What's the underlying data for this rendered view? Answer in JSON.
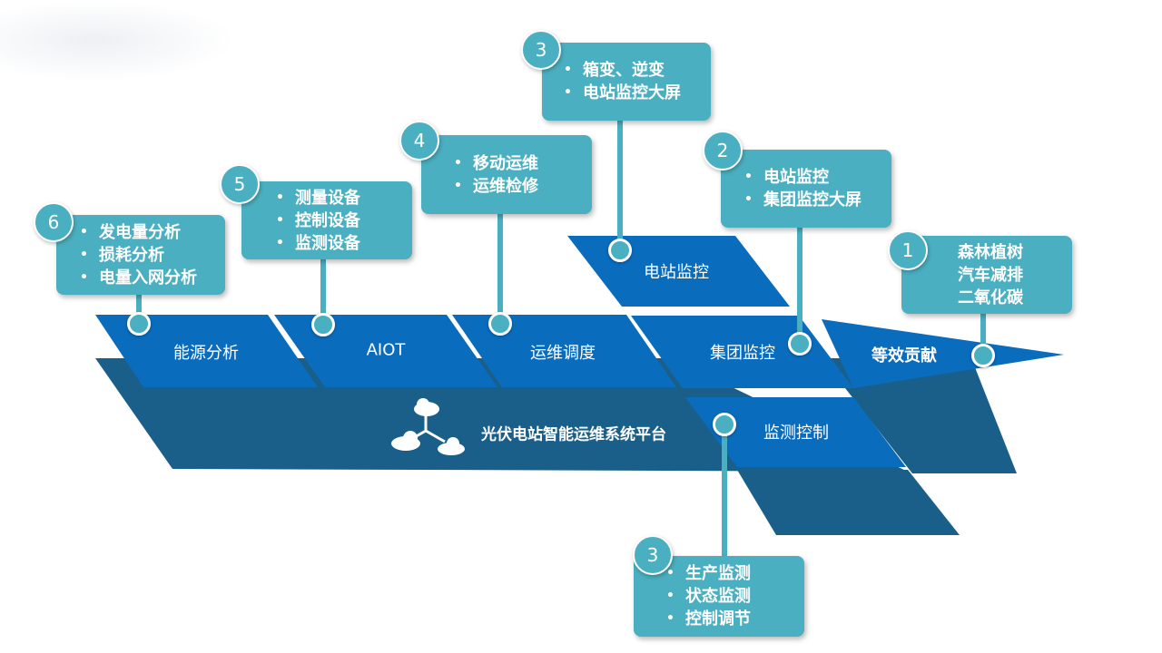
{
  "platform": {
    "title": "光伏电站智能运维系统平台",
    "icon": "cloud-network-icon"
  },
  "stages": [
    {
      "label": "能源分析"
    },
    {
      "label": "AIOT"
    },
    {
      "label": "运维调度"
    },
    {
      "label": "电站监控"
    },
    {
      "label": "集团监控"
    },
    {
      "label": "监测控制"
    },
    {
      "label": "等效贡献"
    }
  ],
  "callouts": [
    {
      "number": "6",
      "items": [
        "发电量分析",
        "损耗分析",
        "电量入网分析"
      ]
    },
    {
      "number": "5",
      "items": [
        "测量设备",
        "控制设备",
        "监测设备"
      ]
    },
    {
      "number": "4",
      "items": [
        "移动运维",
        "运维检修"
      ]
    },
    {
      "number": "3",
      "items": [
        "箱变、逆变",
        "电站监控大屏"
      ]
    },
    {
      "number": "2",
      "items": [
        "电站监控",
        "集团监控大屏"
      ]
    },
    {
      "number": "1",
      "items": [
        "森林植树",
        "汽车减排",
        "二氧化碳"
      ]
    },
    {
      "number": "3",
      "items": [
        "生产监测",
        "状态监测",
        "控制调节"
      ]
    }
  ],
  "colors": {
    "dark_band": "#1a5f8a",
    "stage_blue": "#0a6cbd",
    "callout_teal": "#4aafc0"
  }
}
